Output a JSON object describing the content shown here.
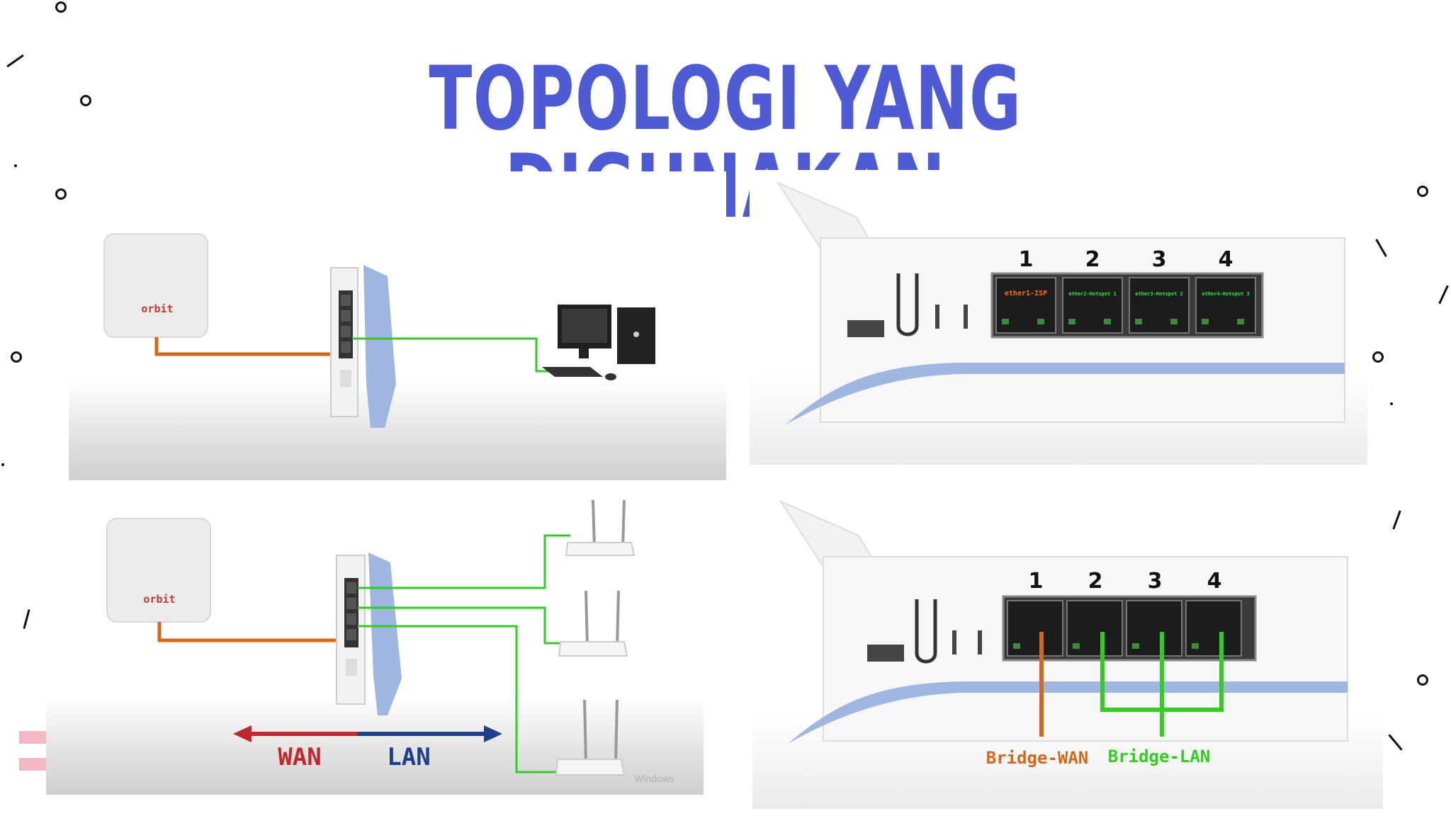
{
  "title": "TOPOLOGI YANG DIGUNAKAN",
  "colors": {
    "title": "#4f5bd5",
    "wan_cable": "#d4681a",
    "lan_cable": "#33cc22",
    "wan_arrow": "#c1272d",
    "lan_arrow": "#1e3f8a",
    "router_blue": "#9fb6e0",
    "port_label_green": "#22ee44",
    "port_label_orange": "#ff6a1a"
  },
  "diagram1": {
    "modem_brand": "orbit"
  },
  "diagram2": {
    "modem_brand": "orbit",
    "wan_label": "WAN",
    "lan_label": "LAN",
    "watermark": "Windows"
  },
  "router_ports": {
    "numbers": [
      "1",
      "2",
      "3",
      "4"
    ],
    "port_labels": [
      "ether1-ISP",
      "ether2-Hotspot 1",
      "ether3-Hotspot 2",
      "ether4-Hotspot 3"
    ]
  },
  "router_bridges": {
    "numbers": [
      "1",
      "2",
      "3",
      "4"
    ],
    "bridge_wan": "Bridge-WAN",
    "bridge_lan": "Bridge-LAN"
  },
  "icons": {
    "modem": "wireless-modem-icon",
    "router": "mikrotik-router-icon",
    "pc": "desktop-computer-icon",
    "access_point": "access-point-icon"
  }
}
